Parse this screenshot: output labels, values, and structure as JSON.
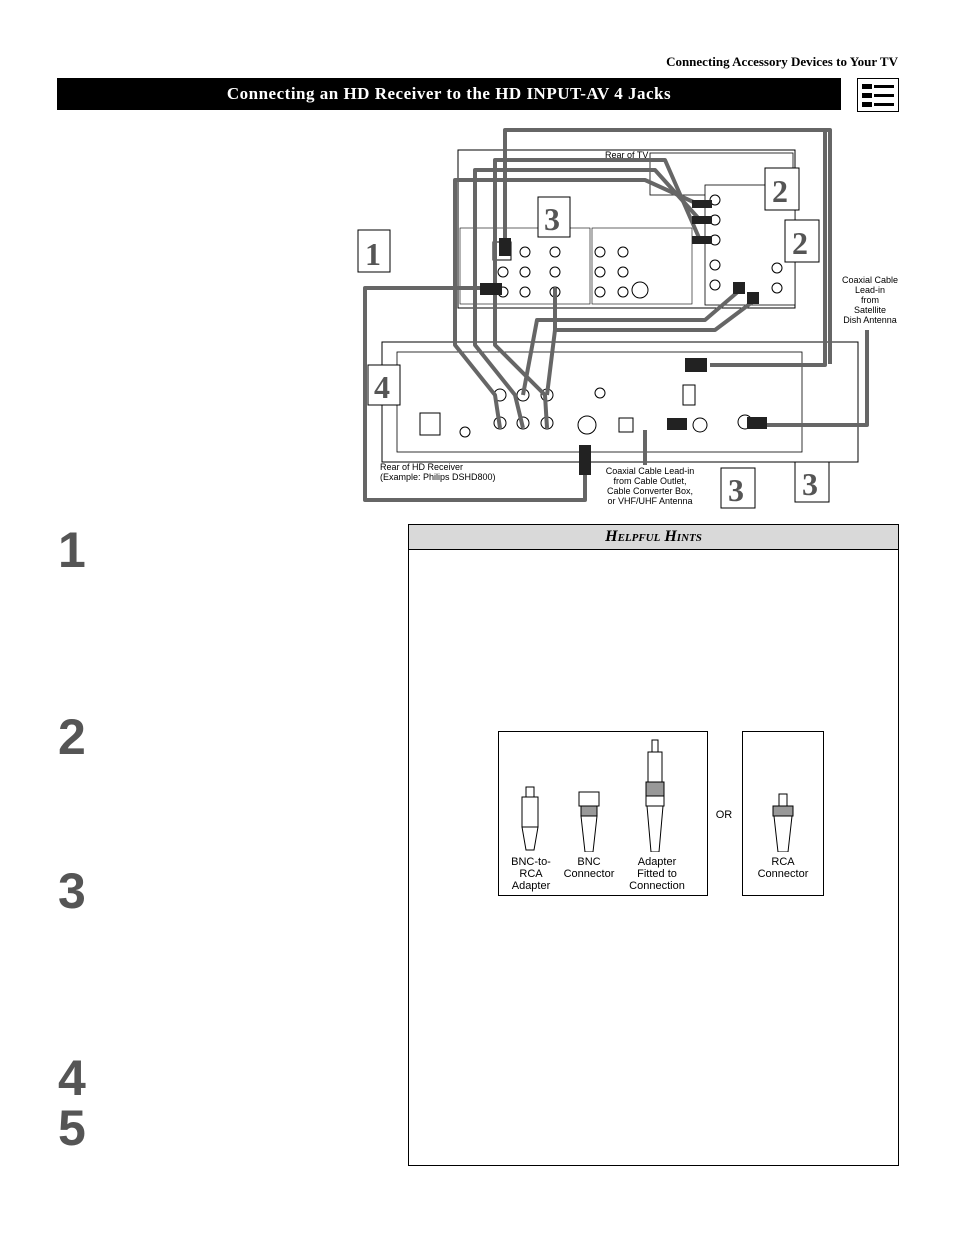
{
  "header": {
    "section": "Connecting Accessory Devices to Your TV"
  },
  "title": "Connecting an HD Receiver to the HD INPUT-AV 4 Jacks",
  "diagram": {
    "rear_of_tv": "Rear of TV",
    "rear_of_receiver": "Rear of HD Receiver\n(Example: Philips DSHD800)",
    "coax_cable_outlet": "Coaxial Cable Lead-in\nfrom Cable Outlet,\nCable Converter Box,\nor VHF/UHF Antenna",
    "coax_satellite": "Coaxial Cable\nLead-in\nfrom\nSatellite\nDish Antenna",
    "callouts": [
      "1",
      "2",
      "2",
      "3",
      "3",
      "3",
      "4"
    ]
  },
  "steps": [
    "1",
    "2",
    "3",
    "4",
    "5"
  ],
  "hints": {
    "heading": "Helpful Hints",
    "connectors": {
      "bnc_to_rca": "BNC-to-\nRCA\nAdapter",
      "bnc": "BNC\nConnector",
      "adapter_fitted": "Adapter\nFitted to\nConnection",
      "or": "OR",
      "rca": "RCA\nConnector"
    }
  }
}
